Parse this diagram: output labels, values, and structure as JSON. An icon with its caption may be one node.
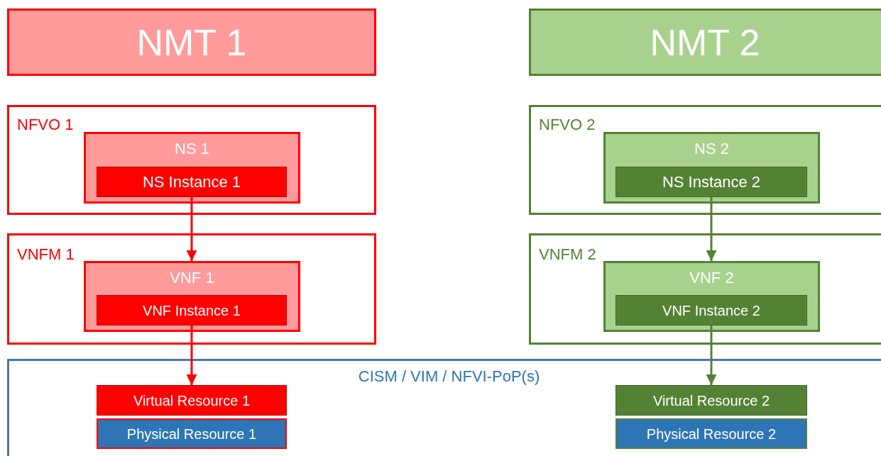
{
  "diagram": {
    "nodes": [
      {
        "text": [
          "NMT 1"
        ]
      },
      {
        "text": [
          "NMT 2"
        ]
      },
      {
        "text": [
          "NFVO 1"
        ]
      },
      {
        "text": [
          "NS 1"
        ],
        "in": 2
      },
      {
        "text": [
          "NS Instance 1"
        ],
        "in": 3
      },
      {
        "text": [
          "VNFM 1"
        ]
      },
      {
        "text": [
          "VNF 1"
        ],
        "in": 5
      },
      {
        "text": [
          "VNF Instance 1"
        ],
        "in": 6
      },
      {
        "text": [
          "NFVO 2"
        ]
      },
      {
        "text": [
          "NS 2"
        ],
        "in": 8
      },
      {
        "text": [
          "NS Instance 2"
        ],
        "in": 9
      },
      {
        "text": [
          "VNFM 2"
        ]
      },
      {
        "text": [
          "VNF 2"
        ],
        "in": 11
      },
      {
        "text": [
          "VNF Instance 2"
        ],
        "in": 12
      },
      {
        "text": [
          "CISM / VIM / NFVI-PoP(s)"
        ]
      },
      {
        "text": [
          "Virtual Resource 1"
        ],
        "in": 14
      },
      {
        "text": [
          "Physical Resource 1"
        ],
        "in": 14
      },
      {
        "text": [
          "Virtual Resource 2"
        ],
        "in": 14
      },
      {
        "text": [
          "Physical Resource 2"
        ],
        "in": 14
      }
    ],
    "edges": [
      {
        "from": 4,
        "to": 6,
        "arrow": "to",
        "color": "#ff0000"
      },
      {
        "from": 7,
        "to": 15,
        "arrow": "to",
        "color": "#ff0000"
      },
      {
        "from": 10,
        "to": 12,
        "arrow": "to",
        "color": "#548235"
      },
      {
        "from": 13,
        "to": 17,
        "arrow": "to",
        "color": "#548235"
      }
    ]
  }
}
